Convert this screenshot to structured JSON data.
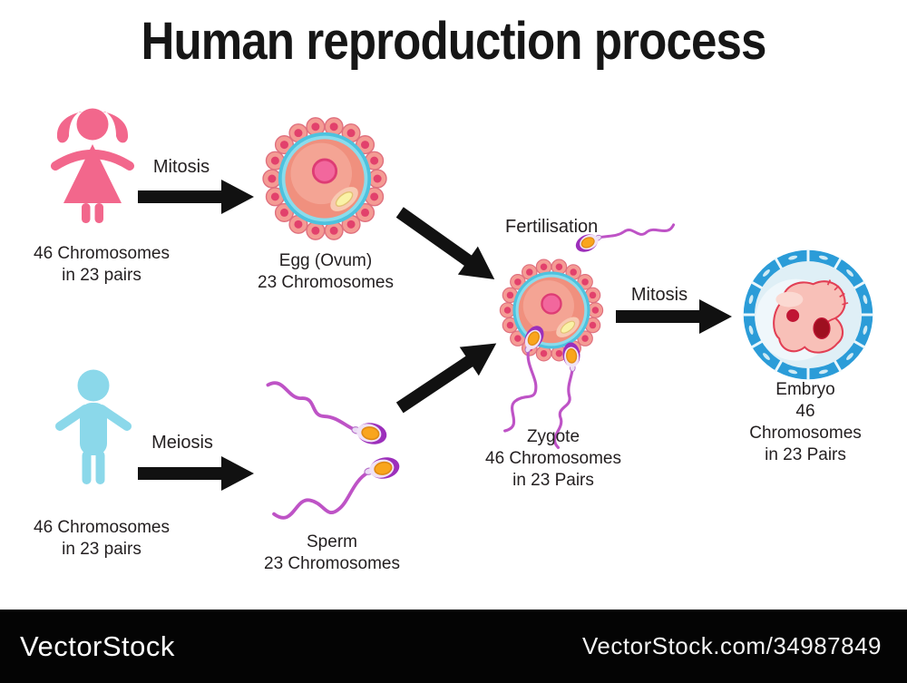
{
  "title": "Human reproduction process",
  "female": {
    "caption_line1": "46 Chromosomes",
    "caption_line2": "in 23 pairs"
  },
  "male": {
    "caption_line1": "46 Chromosomes",
    "caption_line2": "in 23 pairs"
  },
  "egg": {
    "label_line1": "Egg (Ovum)",
    "label_line2": "23 Chromosomes"
  },
  "sperm": {
    "label_line1": "Sperm",
    "label_line2": "23 Chromosomes"
  },
  "zygote": {
    "label_line1": "Zygote",
    "label_line2": "46 Chromosomes",
    "label_line3": "in 23 Pairs"
  },
  "embryo": {
    "label_line1": "Embryo",
    "label_line2": "46 Chromosomes",
    "label_line3": "in 23 Pairs"
  },
  "process_labels": {
    "mitosis_female": "Mitosis",
    "meiosis_male": "Meiosis",
    "fertilisation": "Fertilisation",
    "mitosis_zygote": "Mitosis"
  },
  "footer": {
    "logo": "VectorStock",
    "credit": "VectorStock.com/34987849"
  },
  "colors": {
    "female_pink": "#F2678C",
    "male_blue": "#8BD8EA",
    "cell_cytoplasm_salmon": "#F0907E",
    "cell_nucleus_pink": "#F2679D",
    "zona_blue": "#4EC2DE",
    "corona_cell_salmon": "#F49B94",
    "corona_cell_center": "#E2416C",
    "sperm_purple": "#BE53C6",
    "sperm_acrosome_orange": "#F9A51D",
    "embryo_ring_blue": "#2B9CD8",
    "embryo_body_pink": "#F8C0B8",
    "arrow_black": "#111111",
    "footer_bg": "#000000",
    "footer_text": "#FFFFFF",
    "title_text": "#161616"
  }
}
